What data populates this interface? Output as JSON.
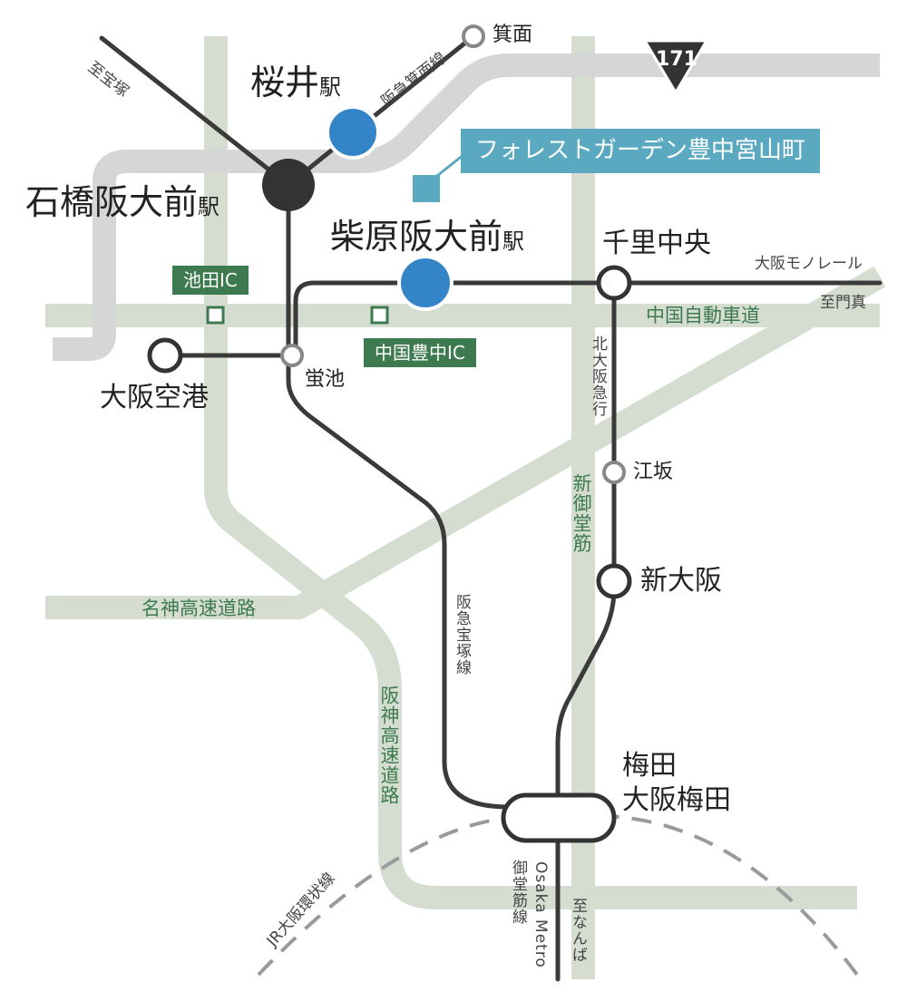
{
  "colors": {
    "road": "#d4ddd0",
    "road_route": "#d6d6d6",
    "rail": "#3a3a3a",
    "station_blue": "#3485c7",
    "station_dark": "#333333",
    "road_label": "#3d7a4f",
    "ic_box": "#3e7a4f",
    "property_box": "#5aa9c1",
    "jr_loop": "#9a9a9a"
  },
  "property": {
    "name": "フォレストガーデン豊中宮山町"
  },
  "route_shield": {
    "number": "171"
  },
  "stations": {
    "sakurai": {
      "name": "桜井",
      "suffix": "駅"
    },
    "ishibashi": {
      "name": "石橋阪大前",
      "suffix": "駅"
    },
    "shibahara": {
      "name": "柴原阪大前",
      "suffix": "駅"
    },
    "minoh": {
      "name": "箕面"
    },
    "senri_chuo": {
      "name": "千里中央"
    },
    "hotarugaike": {
      "name": "蛍池"
    },
    "osaka_airport": {
      "name": "大阪空港"
    },
    "esaka": {
      "name": "江坂"
    },
    "shin_osaka": {
      "name": "新大阪"
    },
    "umeda": {
      "name": "梅田"
    },
    "osaka_umeda": {
      "name": "大阪梅田"
    }
  },
  "rail_lines": {
    "minoh_line": "阪急箕面線",
    "to_takarazuka": "至宝塚",
    "monorail": "大阪モノレール",
    "to_kadoma": "至門真",
    "kita_osaka_kyuko": "北大阪急行",
    "takarazuka_line": "阪急宝塚線",
    "jr_loop": "JR大阪環状線",
    "midosuji_line": "御堂筋線",
    "osaka_metro": "Osaka Metro",
    "to_namba": "至なんば"
  },
  "roads": {
    "chugoku_expressway": "中国自動車道",
    "meishin_expressway": "名神高速道路",
    "hanshin_expressway": "阪神高速道路",
    "shin_midosuji": "新御堂筋"
  },
  "interchanges": {
    "ikeda_ic": "池田IC",
    "chugoku_toyonaka_ic": "中国豊中IC"
  }
}
